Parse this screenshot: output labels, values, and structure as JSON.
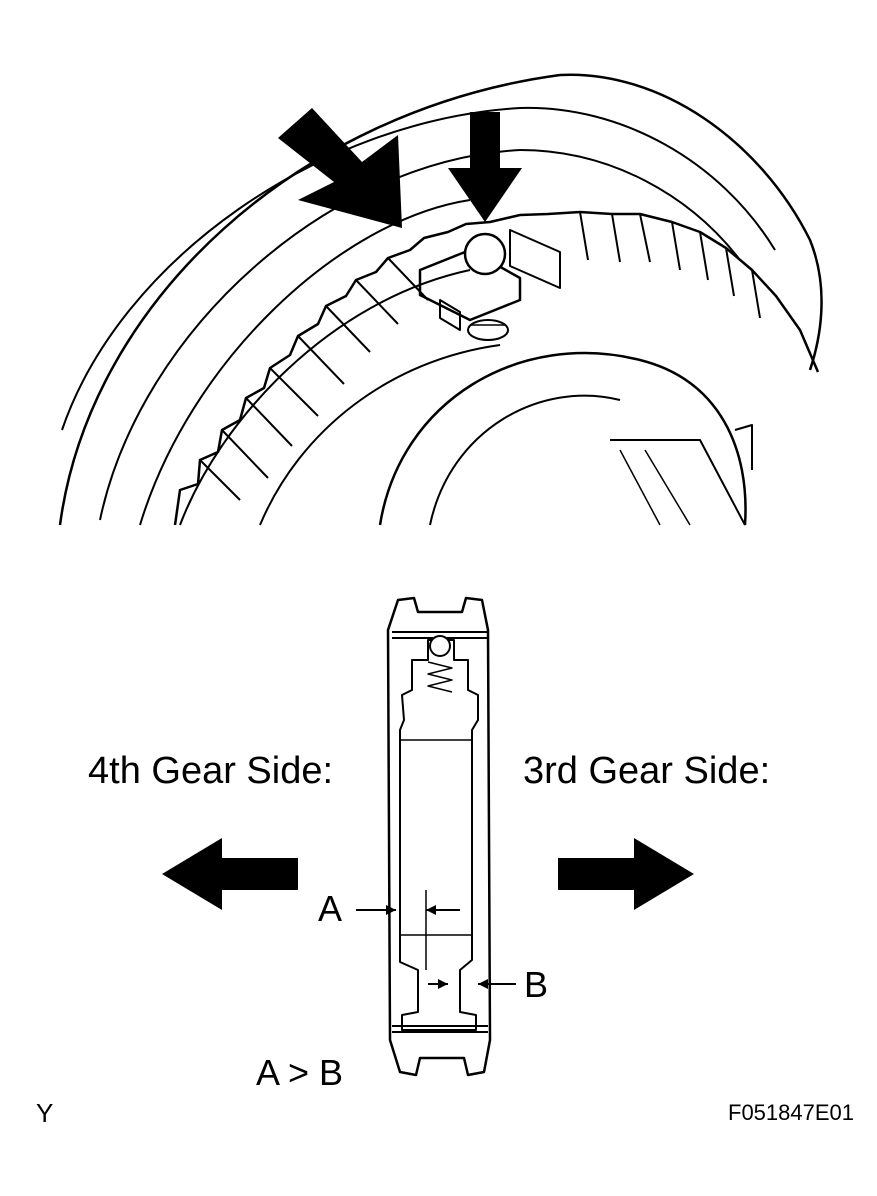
{
  "labels": {
    "fourth_gear_side": "4th Gear Side:",
    "third_gear_side": "3rd Gear Side:",
    "dim_a": "A",
    "dim_b": "B",
    "relation": "A > B",
    "corner_mark": "Y",
    "figure_code": "F051847E01"
  }
}
